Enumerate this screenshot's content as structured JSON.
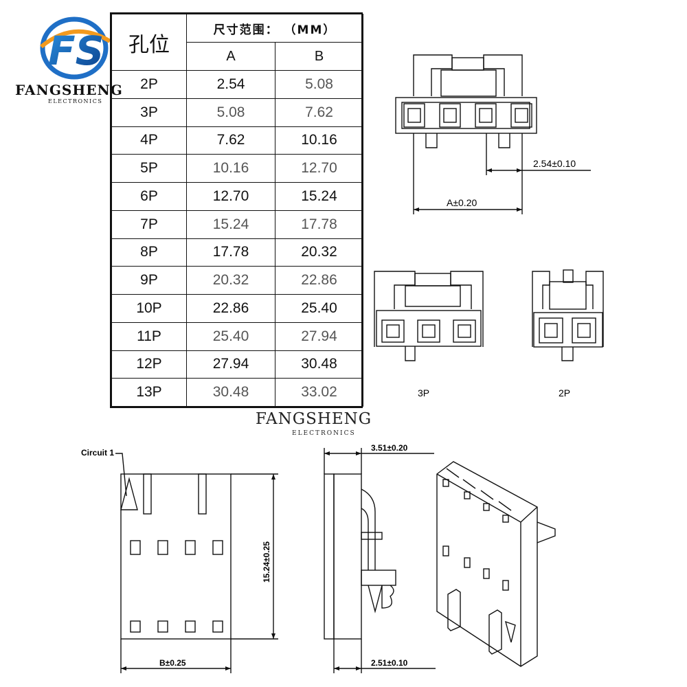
{
  "logo": {
    "monogram": "FS",
    "brand": "FANGSHENG",
    "subtitle": "ELECTRONICS"
  },
  "table": {
    "position_header": "孔位",
    "range_header": "尺寸范围： （MM）",
    "col_a": "A",
    "col_b": "B",
    "rows": [
      {
        "pos": "2P",
        "a": "2.54",
        "b": "5.08"
      },
      {
        "pos": "3P",
        "a": "5.08",
        "b": "7.62"
      },
      {
        "pos": "4P",
        "a": "7.62",
        "b": "10.16"
      },
      {
        "pos": "5P",
        "a": "10.16",
        "b": "12.70"
      },
      {
        "pos": "6P",
        "a": "12.70",
        "b": "15.24"
      },
      {
        "pos": "7P",
        "a": "15.24",
        "b": "17.78"
      },
      {
        "pos": "8P",
        "a": "17.78",
        "b": "20.32"
      },
      {
        "pos": "9P",
        "a": "20.32",
        "b": "22.86"
      },
      {
        "pos": "10P",
        "a": "22.86",
        "b": "25.40"
      },
      {
        "pos": "11P",
        "a": "25.40",
        "b": "27.94"
      },
      {
        "pos": "12P",
        "a": "27.94",
        "b": "30.48"
      },
      {
        "pos": "13P",
        "a": "30.48",
        "b": "33.02"
      }
    ]
  },
  "watermark": {
    "brand": "FANGSHENG",
    "subtitle": "ELECTRONICS"
  },
  "front_view": {
    "pitch_dim": "2.54±0.10",
    "a_dim": "A±0.20"
  },
  "small_views": {
    "label_3p": "3P",
    "label_2p": "2P"
  },
  "bottom_views": {
    "circuit_label": "Circuit 1",
    "b_dim": "B±0.25",
    "height_dim": "15.24±0.25",
    "top_dim": "3.51±0.20",
    "bottom_dim": "2.51±0.10"
  }
}
